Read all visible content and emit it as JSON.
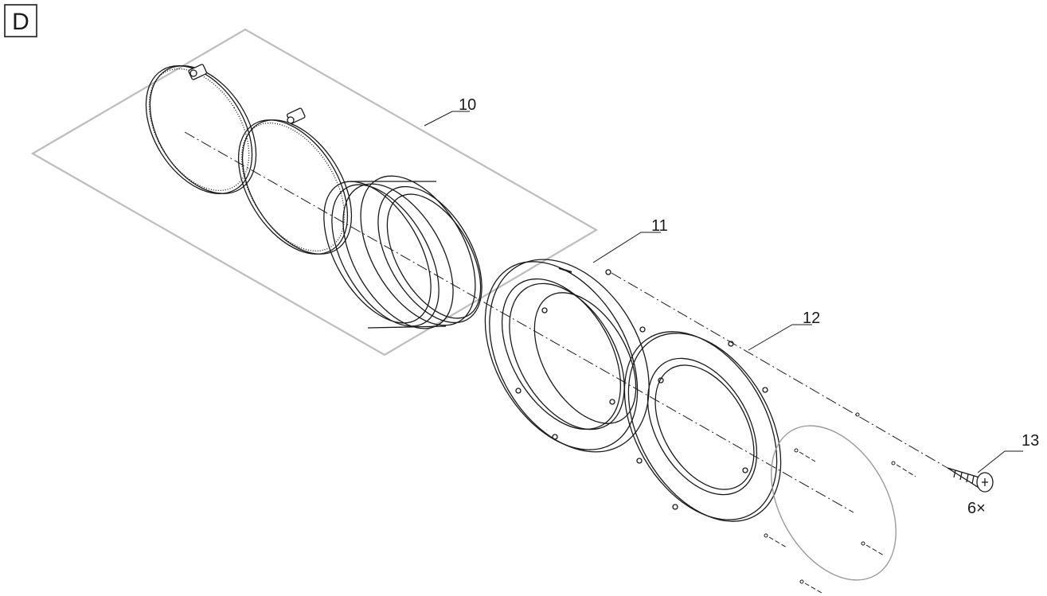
{
  "view_label": "D",
  "callouts": [
    {
      "id": "10",
      "text": "10"
    },
    {
      "id": "11",
      "text": "11"
    },
    {
      "id": "12",
      "text": "12"
    },
    {
      "id": "13",
      "text": "13"
    }
  ],
  "quantity": "6×",
  "colors": {
    "line": "#1a1a1a",
    "kit_outline": "#bdbdbd",
    "gasket": "#9a9a9a",
    "background": "#ffffff"
  }
}
